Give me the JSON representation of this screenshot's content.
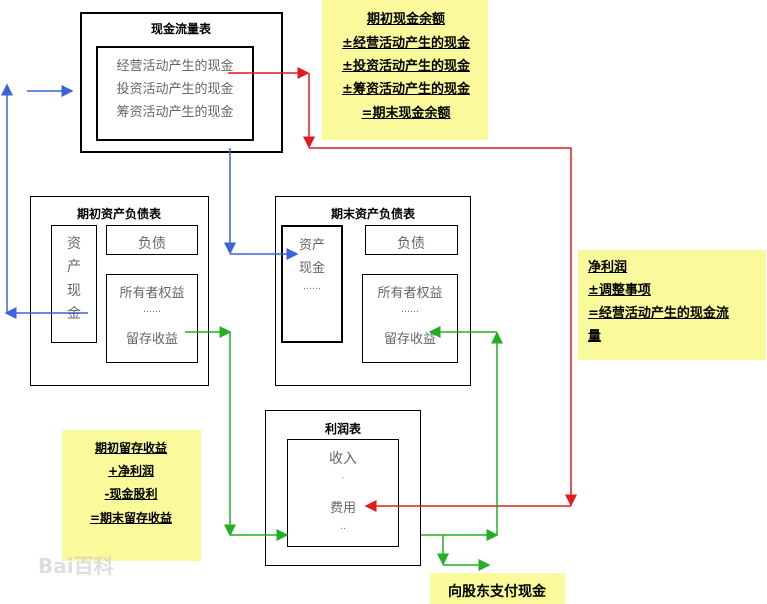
{
  "cash_flow_statement": {
    "title": "现金流量表",
    "items": [
      "经营活动产生的现金",
      "投资活动产生的现金",
      "筹资活动产生的现金"
    ]
  },
  "cash_formula": [
    "期初现金余额",
    "±经营活动产生的现金",
    "±投资活动产生的现金",
    "±筹资活动产生的现金",
    "=期末现金余额"
  ],
  "opening_balance_sheet": {
    "title": "期初资产负债表",
    "assets": [
      "资",
      "产",
      "现",
      "金"
    ],
    "liabilities": "负债",
    "equity": "所有者权益",
    "dots": "……",
    "retained": "留存收益"
  },
  "closing_balance_sheet": {
    "title": "期末资产负债表",
    "assets": [
      "资产",
      "现金",
      "……"
    ],
    "liabilities": "负债",
    "equity": "所有者权益",
    "dots": "……",
    "retained": "留存收益"
  },
  "operating_formula": [
    "净利润",
    "±调整事项",
    "=经营活动产生的现金流",
    "量"
  ],
  "income_statement": {
    "title": "利润表",
    "items": [
      "收入",
      "·",
      "费用",
      ".."
    ]
  },
  "retained_formula": [
    "期初留存收益",
    "+净利润",
    "-现金股利",
    "=期末留存收益"
  ],
  "dividend_label": "向股东支付现金",
  "watermark": "Bai百科",
  "colors": {
    "red": "#e01b1b",
    "blue": "#3a64d8",
    "green": "#22b022",
    "yellow": "#fafa9c"
  }
}
